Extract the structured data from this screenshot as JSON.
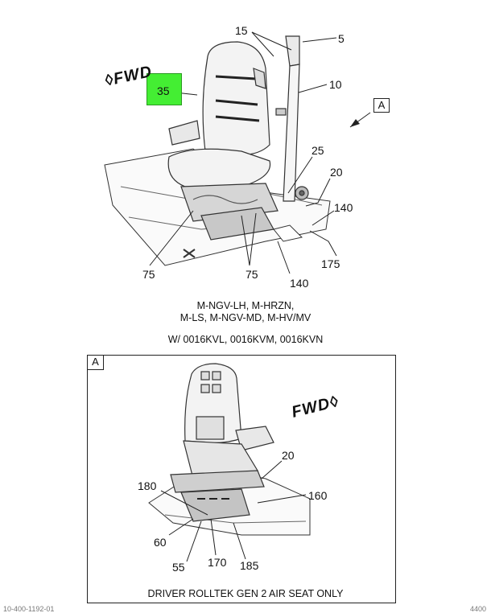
{
  "callouts": {
    "top": [
      "15",
      "5",
      "10",
      "35",
      "25",
      "20",
      "140",
      "175",
      "75",
      "75",
      "140"
    ],
    "detail": [
      "20",
      "180",
      "160",
      "60",
      "55",
      "170",
      "185"
    ]
  },
  "view_marker": "A",
  "detail_marker": "A",
  "fwd_top": "FWD",
  "fwd_detail": "FWD",
  "models_line1": "M-NGV-LH, M-HRZN,",
  "models_line2": "M-LS, M-NGV-MD, M-HV/MV",
  "applicability": "W/ 0016KVL, 0016KVM, 0016KVN",
  "detail_caption": "DRIVER ROLLTEK GEN 2 AIR SEAT ONLY",
  "footer_left": "10-400-1192-01",
  "footer_right": "4400",
  "colors": {
    "highlight": "#44ee33",
    "line": "#222222"
  }
}
